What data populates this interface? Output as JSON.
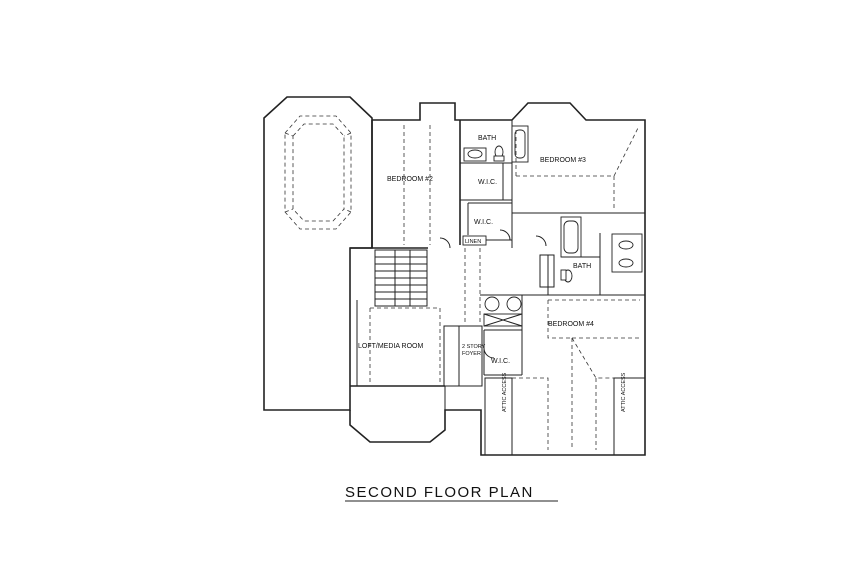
{
  "title": "SECOND FLOOR PLAN",
  "rooms": {
    "bedroom2": "BEDROOM #2",
    "bedroom3": "BEDROOM #3",
    "bedroom4": "BEDROOM #4",
    "bath_top": "BATH",
    "bath_mid": "BATH",
    "wic1": "W.I.C.",
    "wic2": "W.I.C.",
    "wic3": "W.I.C.",
    "linen": "LINEN",
    "loft": "LOFT/MEDIA ROOM",
    "foyer_line1": "2 STORY",
    "foyer_line2": "FOYER",
    "attic_left": "ATTIC ACCESS",
    "attic_right": "ATTIC ACCESS"
  }
}
